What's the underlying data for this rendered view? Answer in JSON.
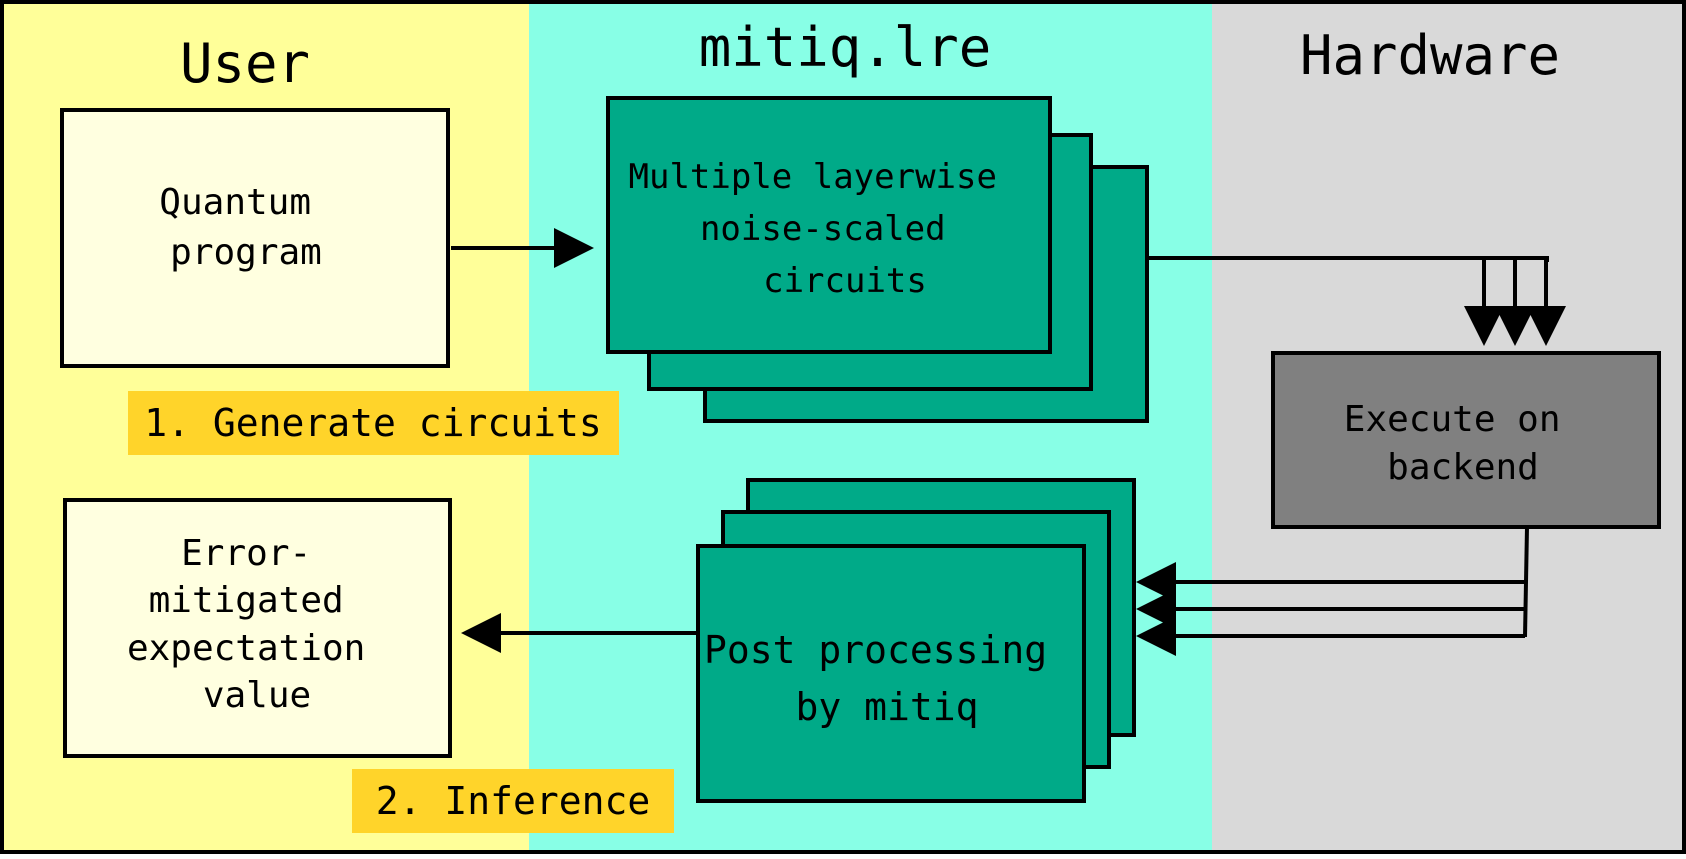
{
  "columns": {
    "user": {
      "title": "User",
      "color": "#ffff99"
    },
    "lre": {
      "title": "mitiq.lre",
      "color": "#88ffe6"
    },
    "hardware": {
      "title": "Hardware",
      "color": "#d9d9d9"
    }
  },
  "boxes": {
    "quantum_program": {
      "lines": [
        "Quantum",
        "program"
      ],
      "color": "#ffffe0"
    },
    "noise_scaled": {
      "lines": [
        "Multiple layerwise",
        "noise-scaled",
        "circuits"
      ],
      "color": "#00aa88"
    },
    "execute": {
      "lines": [
        "Execute on",
        "backend"
      ],
      "color": "#808080"
    },
    "post_processing": {
      "lines": [
        "Post processing",
        "by mitiq"
      ],
      "color": "#00aa88"
    },
    "result": {
      "lines": [
        "Error-",
        "mitigated",
        "expectation",
        "value"
      ],
      "color": "#ffffe0"
    }
  },
  "steps": {
    "generate": "1. Generate circuits",
    "inference": "2. Inference",
    "color": "#ffd42a"
  },
  "colors": {
    "outline": "#000000"
  }
}
